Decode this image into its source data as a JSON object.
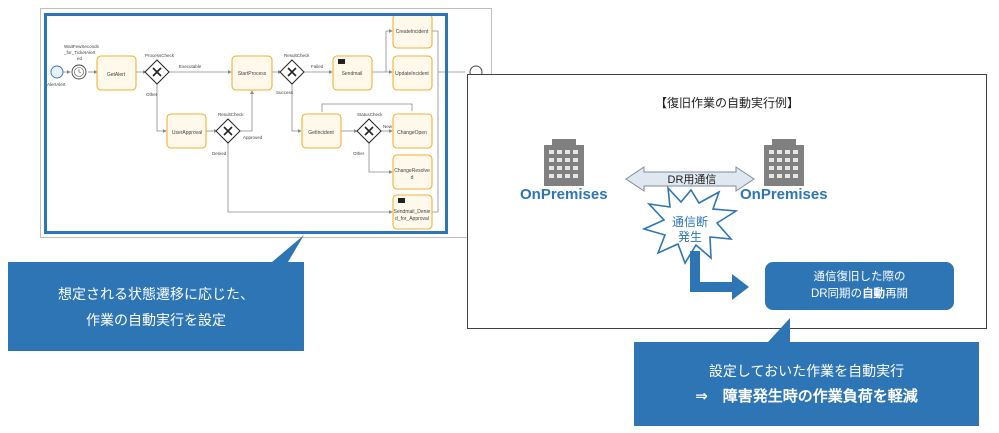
{
  "workflow": {
    "start_label": "AlertAlert",
    "timer_label_1": "WaitFewSeconds",
    "timer_label_2": "_for_TicketAlert",
    "timer_label_3": "ed",
    "tasks": {
      "get_alert": "GetAlert",
      "start_process": "StartProcess",
      "send_mail": "Sendmail",
      "create_incident": "CreateIncident",
      "update_incident": "UpdateIncident",
      "user_approval": "UserApproval",
      "get_incident": "GetIncident",
      "change_open": "ChangeOpen",
      "change_resolved_1": "ChangeResolve",
      "change_resolved_2": "d",
      "sendmail_denied_1": "Sendmail_Denie",
      "sendmail_denied_2": "d_for_Approval"
    },
    "gateway_labels": {
      "process_check": "ProcessCheck",
      "result_check_top": "ResultCheck",
      "result_check_bottom": "ResultCheck",
      "status_check": "StatusCheck"
    },
    "flow_labels": {
      "executable": "Executable",
      "other_1": "Other",
      "failed": "Failed",
      "success": "Success",
      "approved": "Approved",
      "denied": "Denied",
      "new": "New",
      "other_2": "Other"
    }
  },
  "dr_panel": {
    "title": "【復旧作業の自動実行例】",
    "onprem_left": "OnPremises",
    "onprem_right": "OnPremises",
    "dr_link_label": "DR用通信",
    "burst_line1": "通信断",
    "burst_line2": "発生",
    "resync_line1": "通信復旧した際の",
    "resync_line2_pre": "DR同期の",
    "resync_line2_bold": "自動",
    "resync_line2_post": "再開"
  },
  "callouts": {
    "left_line1": "想定される状態遷移に応じた、",
    "left_line2": "作業の自動実行を設定",
    "right_line1": "設定しておいた作業を自動実行",
    "right_line2": "⇒　障害発生時の作業負荷を軽減"
  },
  "colors": {
    "accent_blue": "#2e75b6",
    "task_border": "#f2b134",
    "task_fill": "#fff9ec"
  },
  "icons": [
    "start-event-icon",
    "timer-icon",
    "gateway-x-icon",
    "envelope-icon",
    "building-icon",
    "burst-icon",
    "arrow-icon"
  ]
}
